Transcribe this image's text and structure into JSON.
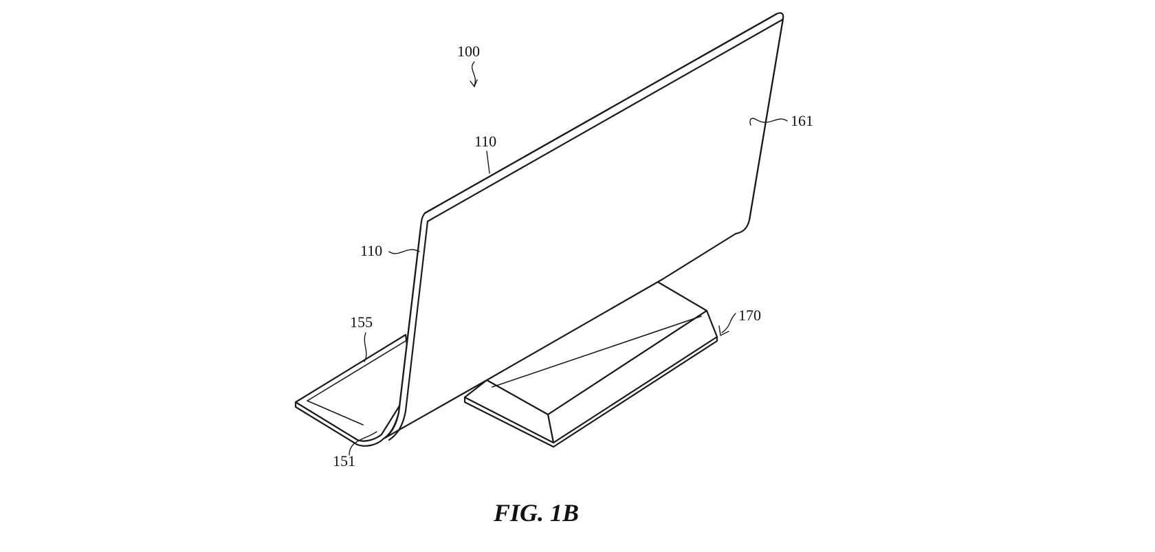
{
  "figure": {
    "caption": "FIG. 1B",
    "labels": {
      "device": "100",
      "housing_top": "110",
      "housing_left": "110",
      "display_back": "161",
      "stand": "170",
      "base_inner": "155",
      "bend": "151"
    }
  }
}
